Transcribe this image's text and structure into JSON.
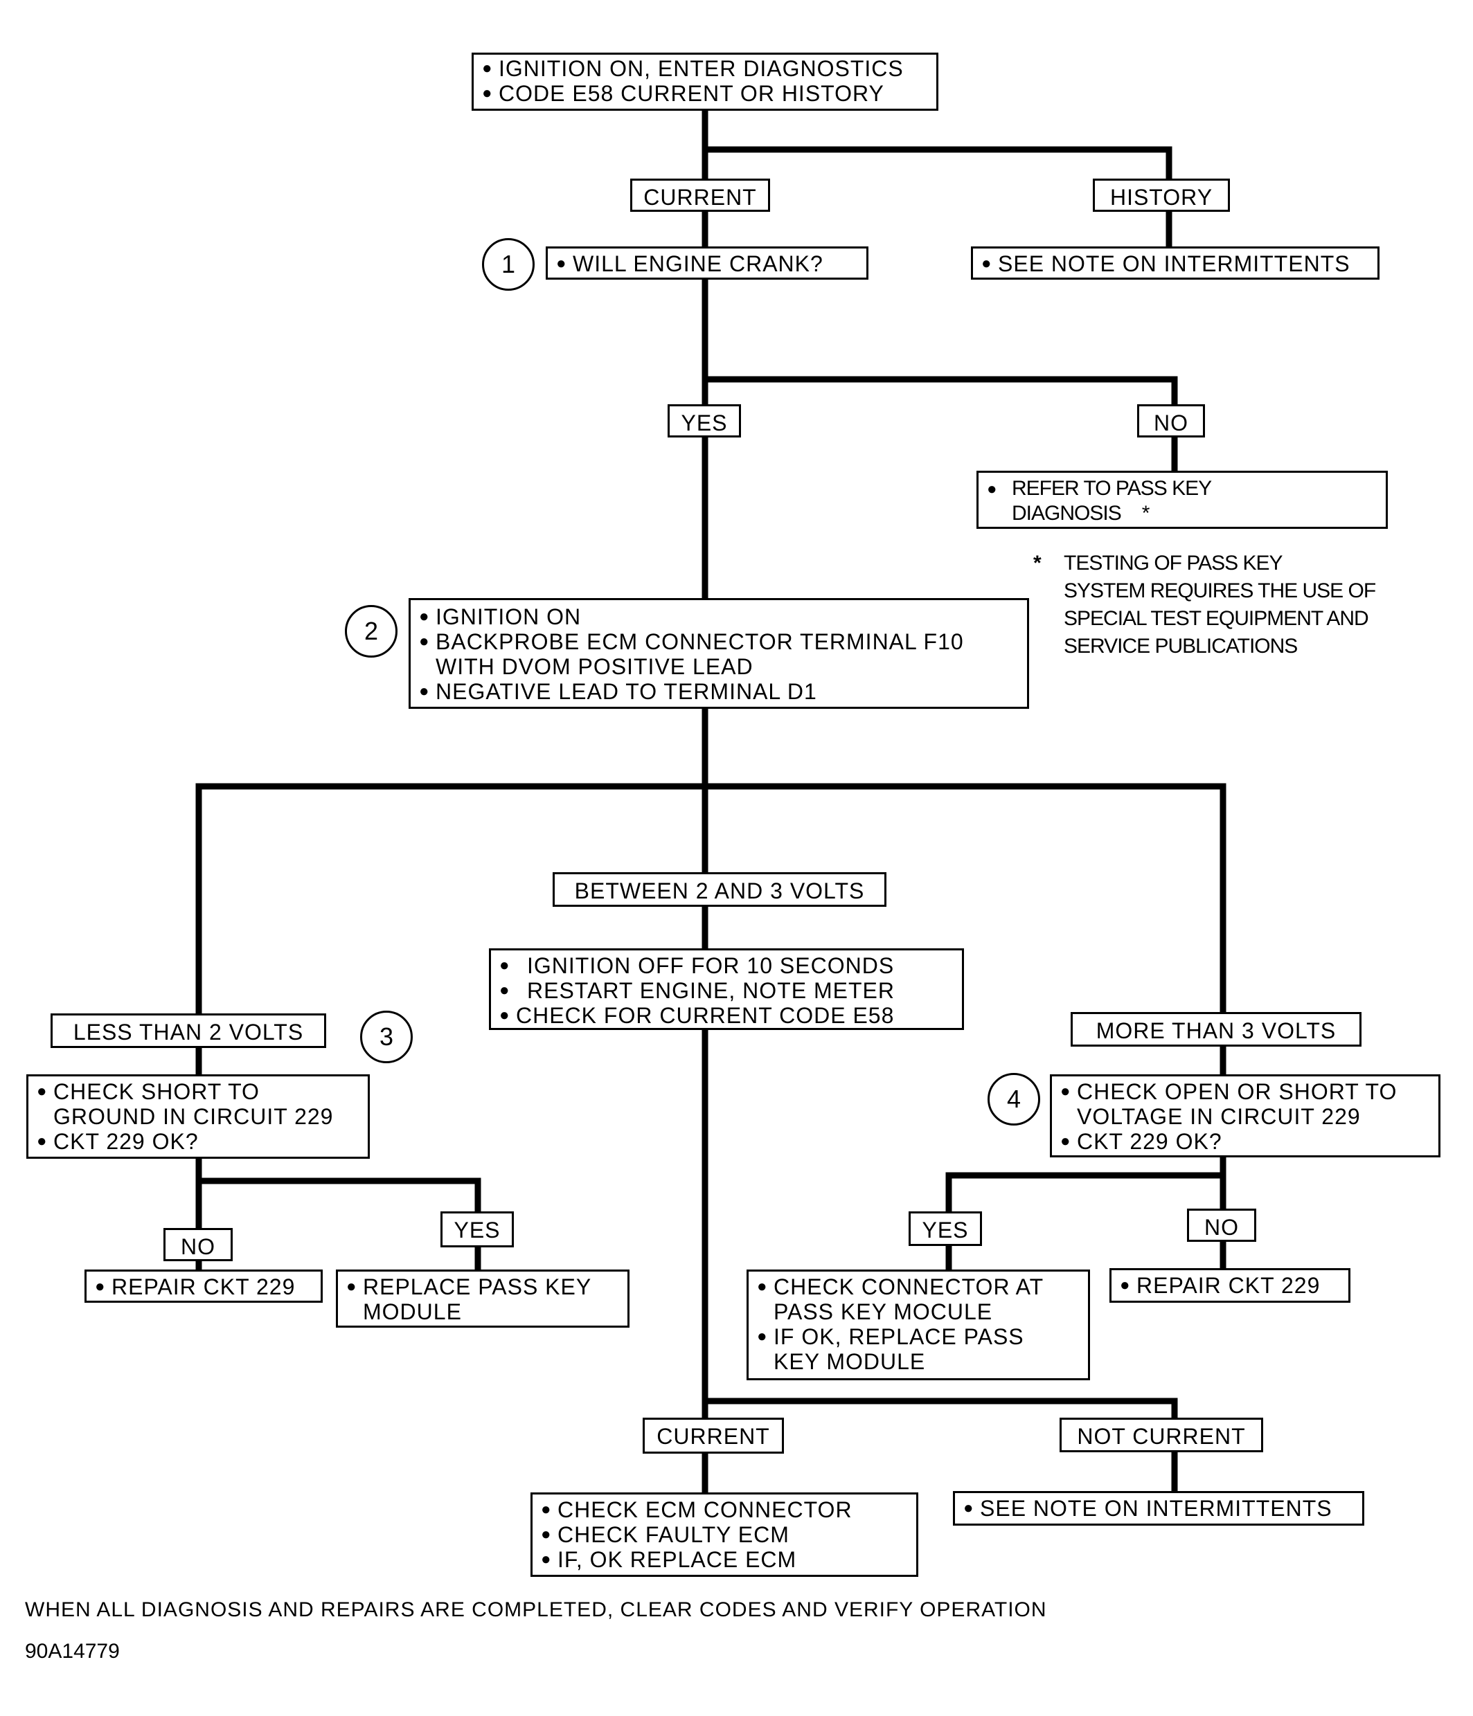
{
  "start": {
    "lines": [
      "IGNITION ON, ENTER DIAGNOSTICS",
      "CODE E58 CURRENT OR HISTORY"
    ]
  },
  "branch_current_top": "CURRENT",
  "branch_history_top": "HISTORY",
  "step1_marker": "1",
  "step1_box": {
    "lines": [
      "WILL ENGINE CRANK?"
    ]
  },
  "history_result": {
    "lines": [
      "SEE NOTE ON INTERMITTENTS"
    ]
  },
  "crank_yes": "YES",
  "crank_no": "NO",
  "pass_key_box": {
    "line1": "REFER TO PASS KEY",
    "line2": "DIAGNOSIS",
    "star": "*"
  },
  "pass_key_note": {
    "star": "*",
    "lines": [
      "TESTING OF PASS KEY",
      "SYSTEM REQUIRES THE USE OF",
      "SPECIAL TEST EQUIPMENT AND",
      "SERVICE PUBLICATIONS"
    ]
  },
  "step2_marker": "2",
  "step2_box": {
    "line1": "IGNITION ON",
    "line2": "BACKPROBE ECM CONNECTOR TERMINAL F10",
    "line2b": "WITH DVOM POSITIVE LEAD",
    "line3": "NEGATIVE LEAD TO TERMINAL D1"
  },
  "between_label": "BETWEEN 2 AND 3 VOLTS",
  "between_box": {
    "lines": [
      "IGNITION OFF FOR 10 SECONDS",
      "RESTART ENGINE, NOTE  METER",
      "CHECK FOR CURRENT CODE E58"
    ]
  },
  "less_label": "LESS THAN 2 VOLTS",
  "step3_marker": "3",
  "step3_box": {
    "line1": "CHECK SHORT TO",
    "line1b": "GROUND IN CIRCUIT 229",
    "line2": "CKT 229 OK?"
  },
  "left_no": "NO",
  "left_yes": "YES",
  "left_repair": {
    "lines": [
      "REPAIR CKT 229"
    ]
  },
  "left_replace": {
    "line1": "REPLACE PASS  KEY",
    "line1b": "MODULE"
  },
  "more_label": "MORE THAN 3 VOLTS",
  "step4_marker": "4",
  "step4_box": {
    "line1": "CHECK OPEN OR SHORT TO",
    "line1b": "VOLTAGE IN CIRCUIT 229",
    "line2": "CKT 229 OK?"
  },
  "right_yes": "YES",
  "right_no": "NO",
  "right_check_box": {
    "line1": "CHECK CONNECTOR AT",
    "line1b": "PASS KEY MOCULE",
    "line2": "IF OK, REPLACE PASS",
    "line2b": "KEY MODULE"
  },
  "right_repair": {
    "lines": [
      "REPAIR CKT 229"
    ]
  },
  "current_label": "CURRENT",
  "not_current_label": "NOT CURRENT",
  "ecm_box": {
    "lines": [
      "CHECK ECM CONNECTOR",
      "CHECK FAULTY ECM",
      "IF, OK REPLACE ECM"
    ]
  },
  "not_current_result": {
    "lines": [
      "SEE NOTE ON INTERMITTENTS"
    ]
  },
  "footer": {
    "instruction": "WHEN ALL DIAGNOSIS AND REPAIRS ARE COMPLETED, CLEAR CODES AND VERIFY OPERATION",
    "figure_id": "90A14779"
  }
}
